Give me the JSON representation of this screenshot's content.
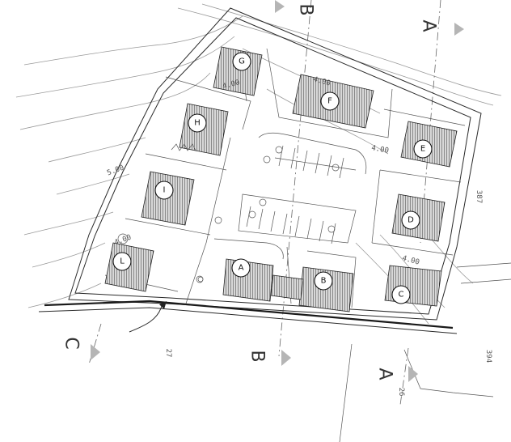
{
  "units": [
    {
      "id": "unit-g",
      "label": "G"
    },
    {
      "id": "unit-f",
      "label": "F"
    },
    {
      "id": "unit-h",
      "label": "H"
    },
    {
      "id": "unit-e",
      "label": "E"
    },
    {
      "id": "unit-i",
      "label": "I"
    },
    {
      "id": "unit-d",
      "label": "D"
    },
    {
      "id": "unit-l",
      "label": "L"
    },
    {
      "id": "unit-a",
      "label": "A"
    },
    {
      "id": "unit-b",
      "label": "B"
    },
    {
      "id": "unit-c",
      "label": "C"
    }
  ],
  "section_markers": [
    {
      "id": "section-b-top",
      "label": "B"
    },
    {
      "id": "section-a-top",
      "label": "A"
    },
    {
      "id": "section-c-bottom",
      "label": "C"
    },
    {
      "id": "section-b-bottom",
      "label": "B"
    },
    {
      "id": "section-a-bottom",
      "label": "A"
    }
  ],
  "dimensions": [
    {
      "id": "dim-387",
      "text": "387"
    },
    {
      "id": "dim-394",
      "text": "394"
    },
    {
      "id": "dim-27",
      "text": "27"
    },
    {
      "id": "dim-26",
      "text": "26"
    }
  ],
  "contour_labels": [
    {
      "id": "contour-400-g",
      "text": "4.00"
    },
    {
      "id": "contour-400-f",
      "text": "4.00"
    },
    {
      "id": "contour-400-e",
      "text": "4.00"
    },
    {
      "id": "contour-500",
      "text": "5.00"
    },
    {
      "id": "contour-400-l",
      "text": "4.00"
    },
    {
      "id": "contour-400-d",
      "text": "4.00"
    }
  ]
}
